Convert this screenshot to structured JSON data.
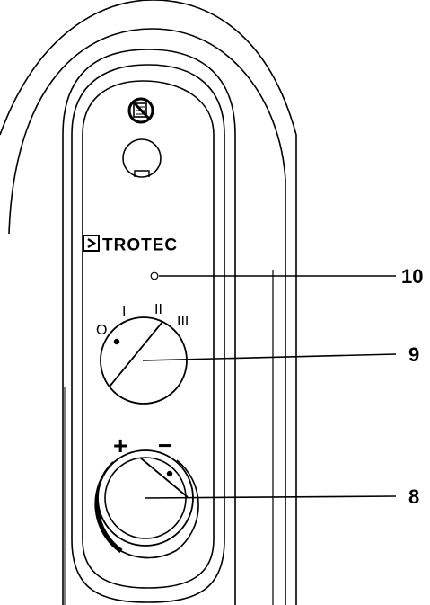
{
  "brand": {
    "logo_text": "TROTEC"
  },
  "switch": {
    "positions": [
      "O",
      "I",
      "II",
      "III"
    ]
  },
  "thermostat": {
    "plus_label": "+",
    "minus_label": "−"
  },
  "callouts": [
    {
      "id": "indicator-lamp",
      "number": "10"
    },
    {
      "id": "power-switch",
      "number": "9"
    },
    {
      "id": "thermostat-knob",
      "number": "8"
    }
  ]
}
